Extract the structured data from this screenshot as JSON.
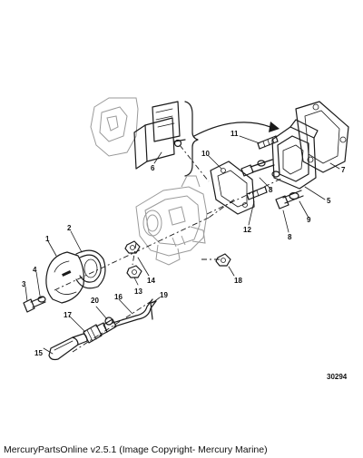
{
  "diagram": {
    "figure_code": "30294",
    "callouts": [
      "1",
      "2",
      "3",
      "4",
      "5",
      "6",
      "7",
      "8",
      "8",
      "9",
      "10",
      "11",
      "12",
      "13",
      "14",
      "15",
      "16",
      "17",
      "18",
      "19",
      "20"
    ]
  },
  "footer": {
    "caption": "MercuryPartsOnline v2.5.1 (Image Copyright- Mercury Marine)"
  }
}
